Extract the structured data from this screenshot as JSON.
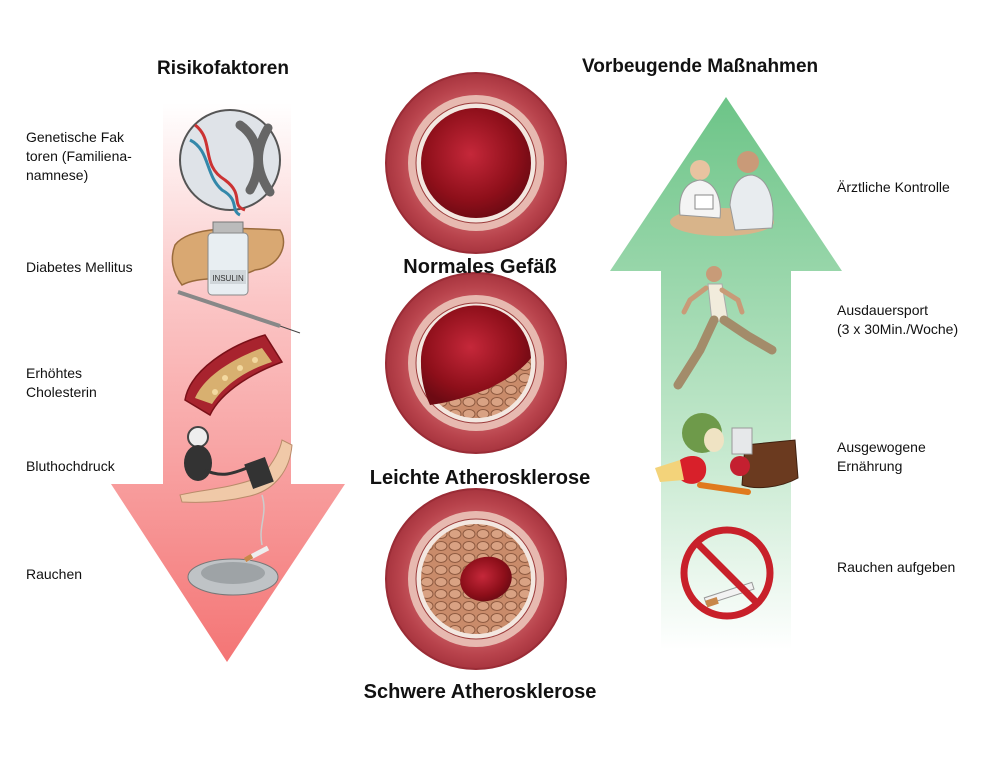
{
  "left": {
    "heading": "Risikofaktoren",
    "items": [
      {
        "line1": "Genetische Fak",
        "line2": "toren (Familiena-",
        "line3": "namnese)"
      },
      {
        "line1": "Diabetes Mellitus"
      },
      {
        "line1": "Erhöhtes",
        "line2": "Cholesterin"
      },
      {
        "line1": "Bluthochdruck"
      },
      {
        "line1": "Rauchen"
      }
    ],
    "insulin_label": "INSULIN"
  },
  "center": {
    "captions": [
      "Normales Gefäß",
      "Leichte Atherosklerose",
      "Schwere Atherosklerose"
    ]
  },
  "right": {
    "heading": "Vorbeugende Maßnahmen",
    "items": [
      {
        "line1": "Ärztliche Kontrolle"
      },
      {
        "line1": "Ausdauersport",
        "line2": "(3 x 30Min./Woche)"
      },
      {
        "line1": "Ausgewogene",
        "line2": "Ernährung"
      },
      {
        "line1": "Rauchen aufgeben"
      }
    ]
  },
  "colors": {
    "risk_arrow": "#f47b7b",
    "prevention_arrow": "#7fca96",
    "vessel_wall": "#b5424a",
    "vessel_lumen": "#8e0f1a",
    "plaque": "#c98b6a"
  }
}
